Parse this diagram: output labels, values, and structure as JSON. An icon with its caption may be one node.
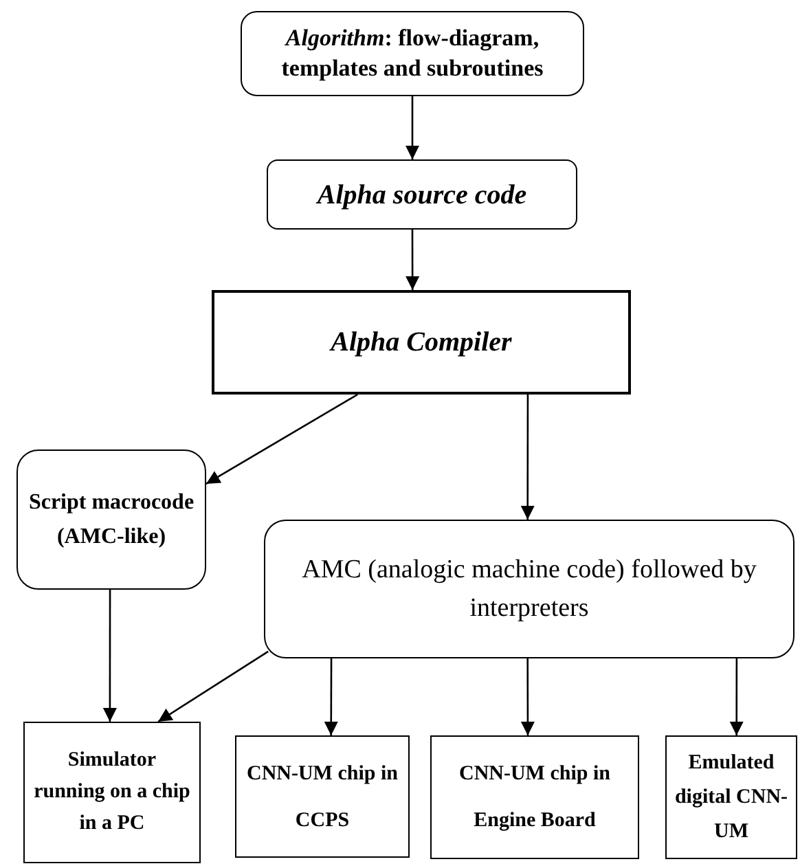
{
  "diagram": {
    "nodes": [
      {
        "text": [
          "*Algorithm*: flow-diagram, templates and subroutines"
        ]
      },
      {
        "text": [
          "Alpha source code"
        ]
      },
      {
        "text": [
          "Alpha Compiler"
        ]
      },
      {
        "text": [
          "Script macrocode (AMC-like)"
        ]
      },
      {
        "text": [
          "AMC (analogic machine code) followed by interpreters"
        ]
      },
      {
        "text": [
          "Simulator running on a chip in a PC"
        ]
      },
      {
        "text": [
          "CNN-UM chip in CCPS"
        ]
      },
      {
        "text": [
          "CNN-UM chip in Engine Board"
        ]
      },
      {
        "text": [
          "Emulated digital CNN-UM"
        ]
      }
    ],
    "edges": [
      {
        "from": 0,
        "to": 1,
        "arrow": "to"
      },
      {
        "from": 1,
        "to": 2,
        "arrow": "to"
      },
      {
        "from": 2,
        "to": 3,
        "arrow": "to"
      },
      {
        "from": 2,
        "to": 4,
        "arrow": "to"
      },
      {
        "from": 3,
        "to": 5,
        "arrow": "to"
      },
      {
        "from": 4,
        "to": 5,
        "arrow": "to"
      },
      {
        "from": 4,
        "to": 6,
        "arrow": "to"
      },
      {
        "from": 4,
        "to": 7,
        "arrow": "to"
      },
      {
        "from": 4,
        "to": 8,
        "arrow": "to"
      }
    ]
  }
}
